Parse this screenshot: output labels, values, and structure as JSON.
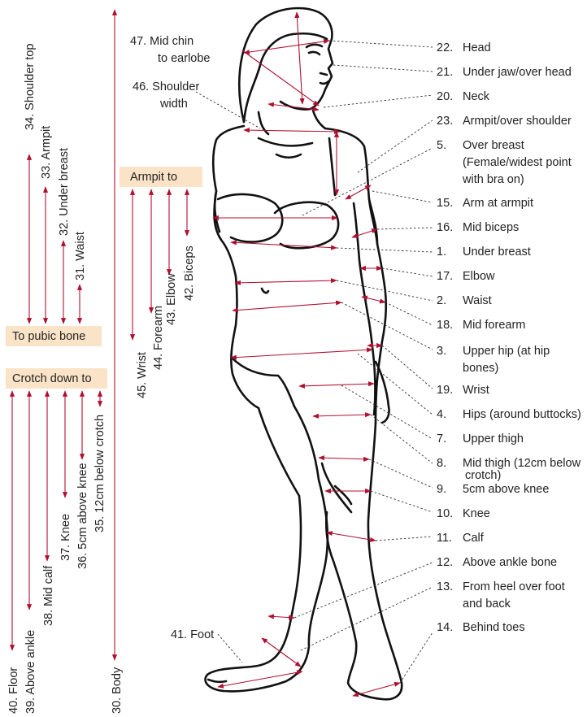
{
  "right_labels": [
    {
      "num": "22.",
      "text": "Head"
    },
    {
      "num": "21.",
      "text": "Under jaw/over head"
    },
    {
      "num": "20.",
      "text": "Neck"
    },
    {
      "num": "23.",
      "text": "Armpit/over shoulder"
    },
    {
      "num": "5.",
      "text": "Over breast",
      "extra": [
        "(Female/widest point",
        "with bra on)"
      ]
    },
    {
      "num": "15.",
      "text": "Arm at armpit"
    },
    {
      "num": "16.",
      "text": "Mid biceps"
    },
    {
      "num": "1.",
      "text": "Under breast"
    },
    {
      "num": "17.",
      "text": "Elbow"
    },
    {
      "num": "2.",
      "text": "Waist"
    },
    {
      "num": "18.",
      "text": "Mid forearm"
    },
    {
      "num": "3.",
      "text": "Upper hip (at hip",
      "extra": [
        "bones)"
      ]
    },
    {
      "num": "19.",
      "text": "Wrist"
    },
    {
      "num": "4.",
      "text": "Hips (around buttocks)"
    },
    {
      "num": "7.",
      "text": "Upper thigh"
    },
    {
      "num": "8.",
      "text": "Mid thigh (12cm below",
      "extra": [
        "crotch)"
      ]
    },
    {
      "num": "9.",
      "text": "5cm above knee"
    },
    {
      "num": "10.",
      "text": "Knee"
    },
    {
      "num": "11.",
      "text": "Calf"
    },
    {
      "num": "12.",
      "text": "Above ankle bone"
    },
    {
      "num": "13.",
      "text": "From heel over foot",
      "extra": [
        "and back"
      ]
    },
    {
      "num": "14.",
      "text": "Behind toes"
    }
  ],
  "top_left_labels": {
    "mid_chin_1": "47.  Mid chin",
    "mid_chin_2": "to earlobe",
    "shoulder_width_1": "46.  Shoulder",
    "shoulder_width_2": "width",
    "foot": "41. Foot"
  },
  "boxes": {
    "armpit_to": "Armpit to",
    "to_pubic_bone": "To pubic bone",
    "crotch_down_to": "Crotch down to"
  },
  "vertical_labels": {
    "shoulder_top": "34. Shoulder top",
    "armpit": "33. Armpit",
    "under_breast": "32. Under breast",
    "waist": "31. Waist",
    "wrist": "45. Wrist",
    "forearm": "44. Forearm",
    "elbow": "43. Elbow",
    "biceps": "42. Biceps",
    "floor": "40. Floor",
    "above_ankle": "39. Above ankle",
    "mid_calf": "38. Mid calf",
    "knee": "37. Knee",
    "above_knee": "36. 5cm above knee",
    "below_crotch": "35. 12cm below crotch",
    "body": "30. Body"
  },
  "colors": {
    "arrow": "#b01030",
    "box": "#fbe3c8",
    "outline": "#111111"
  }
}
